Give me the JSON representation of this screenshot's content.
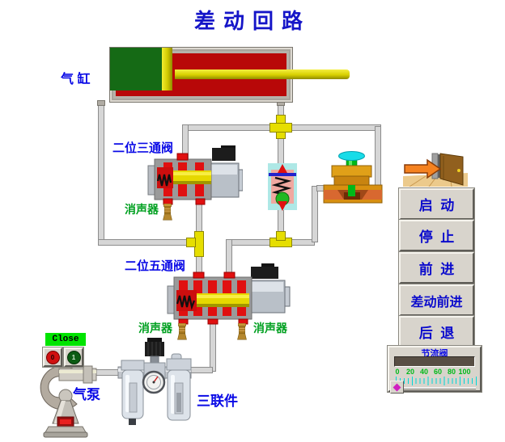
{
  "title": "差动回路",
  "colors": {
    "title_blue": "#1515c8",
    "label_blue": "#0a0ae6",
    "label_green": "#00a020",
    "button_text_blue": "#0a0acc",
    "panel_gray": "#d8d4cc",
    "pipe_gray": "#d6d6d6",
    "junction_yellow": "#e6de00",
    "valve_red": "#e01010",
    "spool_yellow": "#e6d800",
    "cylinder_green": "#156a15",
    "cylinder_red": "#b80808",
    "muffler_brass": "#b5872e",
    "check_valve_bg": "#aee8e6",
    "throttle_body_gold": "#d89010",
    "close_green": "#00e400",
    "indicator_red": "#d01010",
    "indicator_green": "#0c5c14",
    "scale_green": "#00b818",
    "tick_cyan": "#00d8d8",
    "handle_magenta": "#d020c0"
  },
  "schematic": {
    "cylinder_label": "气 缸",
    "valve3_label": "二位三通阀",
    "valve3_muffler_label": "消声器",
    "valve5_label": "二位五通阀",
    "valve5_muffler_left_label": "消声器",
    "valve5_muffler_right_label": "消声器",
    "pump_label": "气泵",
    "frl_label": "三联件"
  },
  "pump_panel": {
    "close_label": "Close",
    "stop_indicator": "0",
    "run_indicator": "1"
  },
  "control_panel": {
    "exit_icon": "exit-door-arrow-icon",
    "buttons": [
      {
        "label": "启  动"
      },
      {
        "label": "停  止"
      },
      {
        "label": "前  进"
      },
      {
        "label": "差动前进"
      },
      {
        "label": "后  退"
      }
    ]
  },
  "throttle_panel": {
    "label": "节流阀",
    "scale": [
      "0",
      "20",
      "40",
      "60",
      "80",
      "100"
    ],
    "handle_position": 0
  }
}
